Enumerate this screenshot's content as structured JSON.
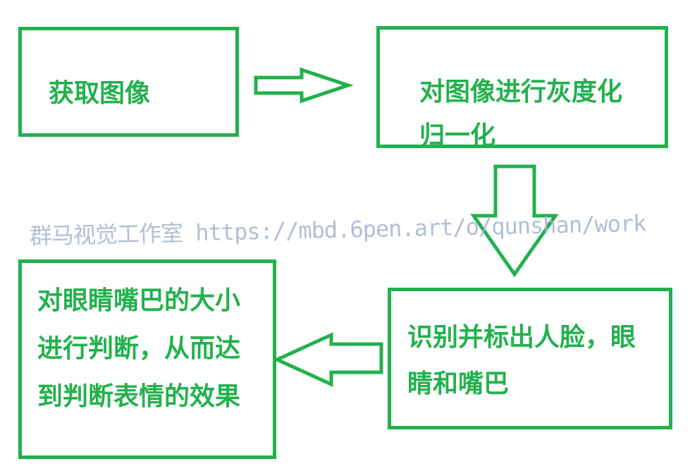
{
  "diagram": {
    "colors": {
      "stroke": "#22b14c",
      "text": "#22b14c",
      "watermark": "#a6b4cf"
    },
    "steps": [
      {
        "id": "acquire-image",
        "text": "获取图像"
      },
      {
        "id": "grayscale-normalize",
        "text": "对图像进行灰度化\n归一化"
      },
      {
        "id": "detect-face",
        "text": "识别并标出人脸，眼\n睛和嘴巴"
      },
      {
        "id": "judge-size",
        "text": "对眼睛嘴巴的大小\n进行判断，从而达\n到判断表情的效果"
      }
    ],
    "connections": [
      {
        "from": "acquire-image",
        "to": "grayscale-normalize",
        "direction": "right"
      },
      {
        "from": "grayscale-normalize",
        "to": "detect-face",
        "direction": "down"
      },
      {
        "from": "detect-face",
        "to": "judge-size",
        "direction": "left"
      }
    ]
  },
  "watermark": {
    "text": "群马视觉工作室 https://mbd.6pen.art/o/qunshan/work"
  }
}
